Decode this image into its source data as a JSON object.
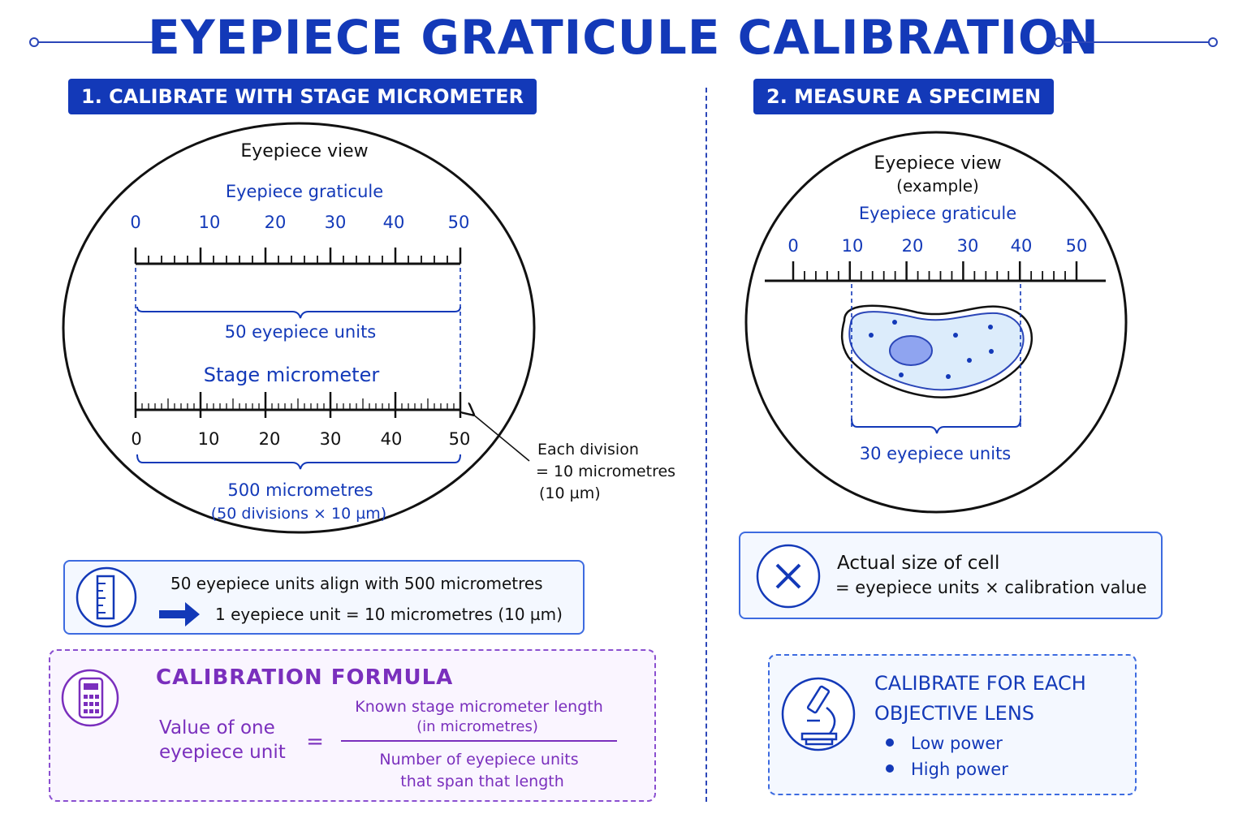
{
  "title": "EYEPIECE GRATICULE CALIBRATION",
  "colors": {
    "primary": "#1339b8",
    "accent_purple": "#7a2fbd",
    "box_border": "#3d6be0",
    "cell_fill": "#dcecfb"
  },
  "section1": {
    "tag": "1. CALIBRATE WITH STAGE MICROMETER",
    "view_title": "Eyepiece view",
    "graticule_label": "Eyepiece graticule",
    "graticule_ticks": [
      "0",
      "10",
      "20",
      "30",
      "40",
      "50"
    ],
    "span_label": "50 eyepiece units",
    "stage_label": "Stage micrometer",
    "stage_ticks": [
      "0",
      "10",
      "20",
      "30",
      "40",
      "50"
    ],
    "stage_span_line1": "500 micrometres",
    "stage_span_line2": "(50 divisions × 10 µm)",
    "callout_line1": "Each division",
    "callout_line2": "= 10 micrometres",
    "callout_line3": "(10 µm)",
    "result_line1": "50 eyepiece units align with 500 micrometres",
    "result_line2": "1 eyepiece unit = 10 micrometres (10 µm)",
    "icons": {
      "result": "ruler-icon",
      "arrow": "arrow-right-icon",
      "formula": "calculator-icon"
    }
  },
  "formula": {
    "heading": "CALIBRATION FORMULA",
    "lhs_line1": "Value of one",
    "lhs_line2": "eyepiece unit",
    "equals": "=",
    "numerator_line1": "Known stage micrometer length",
    "numerator_line2": "(in micrometres)",
    "denominator_line1": "Number of eyepiece units",
    "denominator_line2": "that span that length"
  },
  "section2": {
    "tag": "2. MEASURE A SPECIMEN",
    "view_title": "Eyepiece view",
    "view_subtitle": "(example)",
    "graticule_label": "Eyepiece graticule",
    "graticule_ticks": [
      "0",
      "10",
      "20",
      "30",
      "40",
      "50"
    ],
    "measure_label": "30 eyepiece units",
    "actual_line1": "Actual size of cell",
    "actual_line2": "= eyepiece units × calibration value",
    "tip_heading_line1": "CALIBRATE FOR EACH",
    "tip_heading_line2": "OBJECTIVE LENS",
    "tip_items": [
      "Low power",
      "High power"
    ],
    "icons": {
      "multiply": "multiply-icon",
      "microscope": "microscope-icon"
    }
  }
}
